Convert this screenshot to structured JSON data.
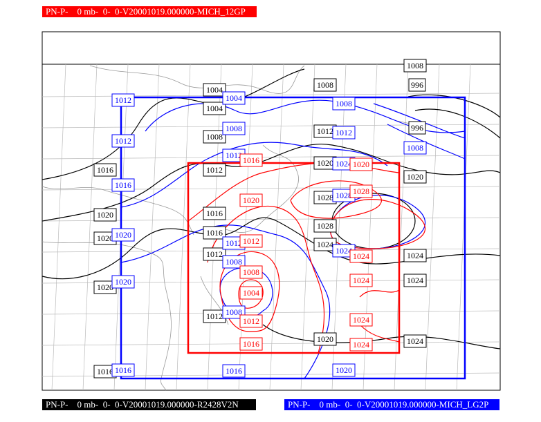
{
  "titles": {
    "top": "PN-P-    0 mb-  0-  0-V20001019.000000-MICH_12GP",
    "bottom_left": "PN-P-    0 mb-  0-  0-V20001019.000000-R2428V2N",
    "bottom_right": "PN-P-    0 mb-  0-  0-V20001019.000000-MICH_LG2P"
  },
  "colors": {
    "top": "#ff0000",
    "bottom_left": "#000000",
    "bottom_right": "#0000ff",
    "geography": "#999999"
  },
  "labels": {
    "black": [
      "1008",
      "1004",
      "1004",
      "1008",
      "996",
      "1008",
      "1012",
      "996",
      "1012",
      "1016",
      "1020",
      "1020",
      "1020",
      "1016",
      "1028",
      "1020",
      "1016",
      "1028",
      "1012",
      "1024",
      "1024",
      "1020",
      "1024",
      "1012",
      "1020",
      "1024",
      "1016"
    ],
    "blue": [
      "1012",
      "1004",
      "1008",
      "1012",
      "1008",
      "1012",
      "1008",
      "1012",
      "1024",
      "1016",
      "1028",
      "1020",
      "1012",
      "1008",
      "1024",
      "1020",
      "1008",
      "1016",
      "1016",
      "1020"
    ],
    "red": [
      "1016",
      "1020",
      "1028",
      "1020",
      "1012",
      "1024",
      "1008",
      "1024",
      "1004",
      "1012",
      "1024",
      "1016",
      "1024"
    ]
  }
}
